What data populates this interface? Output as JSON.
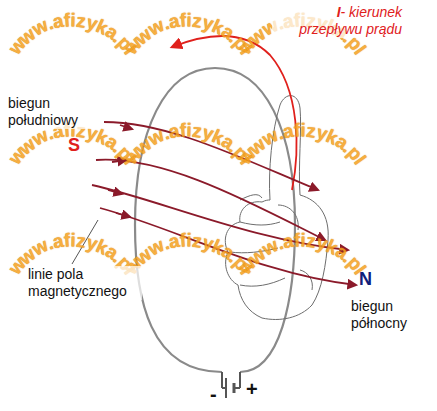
{
  "diagram": {
    "labels": [
      "I- kierunek przepływu prądu",
      "biegun południowy",
      "S",
      "linie pola magnetycznego",
      "N",
      "biegun północny",
      "-",
      "+",
      "www.afizyka.pl",
      "www.afizyka.pl",
      "www.afizyka.pl",
      "www.afizyka.pl",
      "www.afizyka.pl",
      "www.afizyka.pl",
      "www.afizyka.pl",
      "www.afizyka.pl",
      "www.afizyka.pl"
    ]
  }
}
